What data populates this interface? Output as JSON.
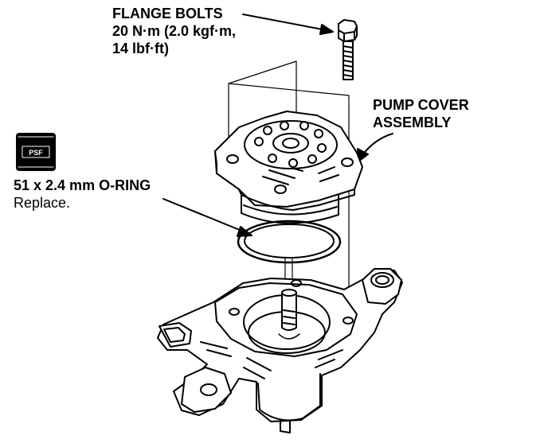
{
  "labels": {
    "flange_bolts": {
      "line1": "FLANGE BOLTS",
      "line2": "20 N·m (2.0 kgf·m,",
      "line3": "14 lbf·ft)"
    },
    "pump_cover": {
      "line1": "PUMP COVER",
      "line2": "ASSEMBLY"
    },
    "o_ring": {
      "line1": "51 x 2.4 mm O-RING",
      "line2": "Replace."
    }
  },
  "fluid_icon": {
    "text": "PSF"
  }
}
